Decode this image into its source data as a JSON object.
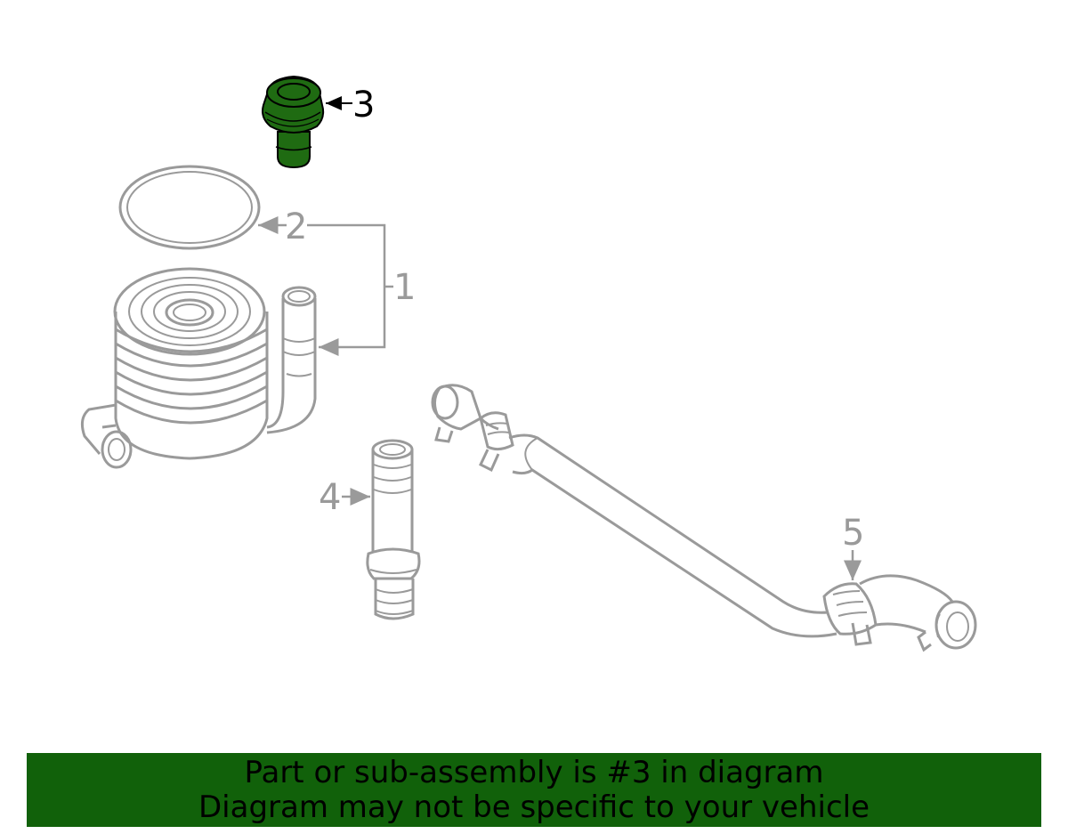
{
  "diagram": {
    "callouts": {
      "c1": "1",
      "c2": "2",
      "c3": "3",
      "c4": "4",
      "c5": "5"
    },
    "highlighted_part": "3",
    "colors": {
      "highlight_fill": "#1f6b12",
      "outline_gray": "#9a9a9a",
      "active_black": "#000000"
    }
  },
  "banner": {
    "line1": "Part or sub-assembly is #3 in diagram",
    "line2": "Diagram may not be specific to your vehicle",
    "background": "#11610a"
  }
}
